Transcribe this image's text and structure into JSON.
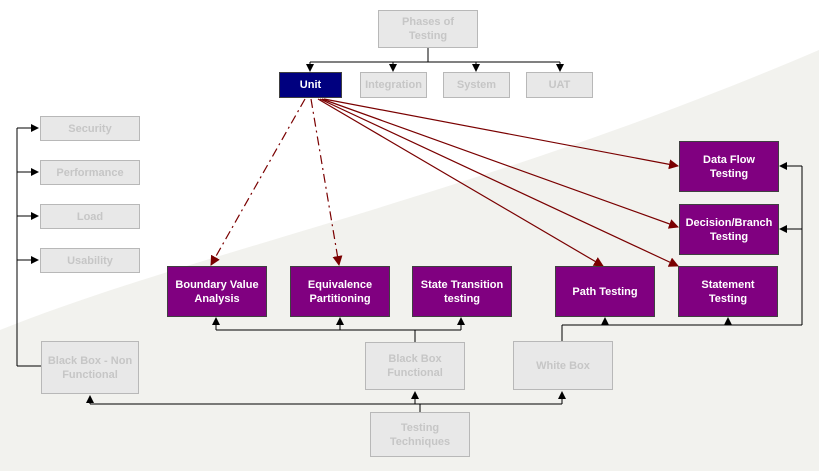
{
  "diagram": {
    "nodes": {
      "phases": {
        "label": "Phases of Testing"
      },
      "unit": {
        "label": "Unit"
      },
      "integration": {
        "label": "Integration"
      },
      "system": {
        "label": "System"
      },
      "uat": {
        "label": "UAT"
      },
      "security": {
        "label": "Security"
      },
      "performance": {
        "label": "Performance"
      },
      "load": {
        "label": "Load"
      },
      "usability": {
        "label": "Usability"
      },
      "bb_nonfunctional": {
        "label": "Black Box - Non Functional"
      },
      "bb_functional": {
        "label": "Black Box Functional"
      },
      "white_box": {
        "label": "White Box"
      },
      "testing_techniques": {
        "label": "Testing Techniques"
      },
      "bva": {
        "label": "Boundary Value Analysis"
      },
      "equivalence": {
        "label": "Equivalence Partitioning"
      },
      "state_transition": {
        "label": "State Transition testing"
      },
      "path": {
        "label": "Path Testing"
      },
      "statement": {
        "label": "Statement Testing"
      },
      "decision": {
        "label": "Decision/Branch Testing"
      },
      "dataflow": {
        "label": "Data Flow Testing"
      }
    },
    "colors": {
      "technique_fill": "#800080",
      "active_phase_fill": "#00007f",
      "inactive_fill": "#e8e8e8",
      "inactive_text": "#c6c6c6",
      "connector": "#000000",
      "arrow_solid": "#7a0000",
      "arrow_dashdot": "#7a0000"
    },
    "edges": [
      {
        "from": "phases",
        "to": "unit",
        "style": "tree"
      },
      {
        "from": "phases",
        "to": "integration",
        "style": "tree"
      },
      {
        "from": "phases",
        "to": "system",
        "style": "tree"
      },
      {
        "from": "phases",
        "to": "uat",
        "style": "tree"
      },
      {
        "from": "unit",
        "to": "bva",
        "style": "dashdot"
      },
      {
        "from": "unit",
        "to": "equivalence",
        "style": "dashdot"
      },
      {
        "from": "unit",
        "to": "path",
        "style": "solid"
      },
      {
        "from": "unit",
        "to": "statement",
        "style": "solid"
      },
      {
        "from": "unit",
        "to": "decision",
        "style": "solid"
      },
      {
        "from": "unit",
        "to": "dataflow",
        "style": "solid"
      },
      {
        "from": "testing_techniques",
        "to": "bb_nonfunctional",
        "style": "tree"
      },
      {
        "from": "testing_techniques",
        "to": "bb_functional",
        "style": "tree"
      },
      {
        "from": "testing_techniques",
        "to": "white_box",
        "style": "tree"
      },
      {
        "from": "bb_functional",
        "to": "bva",
        "style": "tree"
      },
      {
        "from": "bb_functional",
        "to": "equivalence",
        "style": "tree"
      },
      {
        "from": "bb_functional",
        "to": "state_transition",
        "style": "tree"
      },
      {
        "from": "white_box",
        "to": "path",
        "style": "tree"
      },
      {
        "from": "white_box",
        "to": "statement",
        "style": "tree"
      },
      {
        "from": "white_box",
        "to": "decision",
        "style": "tree"
      },
      {
        "from": "white_box",
        "to": "dataflow",
        "style": "tree"
      },
      {
        "from": "bb_nonfunctional",
        "to": "security",
        "style": "tree"
      },
      {
        "from": "bb_nonfunctional",
        "to": "performance",
        "style": "tree"
      },
      {
        "from": "bb_nonfunctional",
        "to": "load",
        "style": "tree"
      },
      {
        "from": "bb_nonfunctional",
        "to": "usability",
        "style": "tree"
      }
    ]
  }
}
